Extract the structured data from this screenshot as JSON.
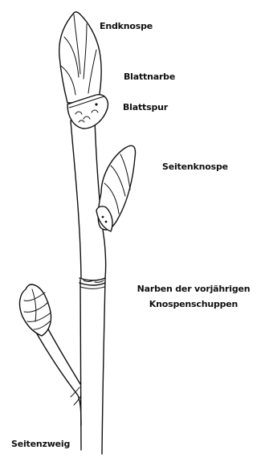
{
  "labels": {
    "endknospe": "Endknospe",
    "blattnarbe": "Blattnarbe",
    "blattspur": "Blattspur",
    "seitenknospe": "Seitenknospe",
    "narben_line1": "Narben der vorjährigen",
    "narben_line2": "Knospenschuppen",
    "seitenzweig": "Seitenzweig"
  }
}
